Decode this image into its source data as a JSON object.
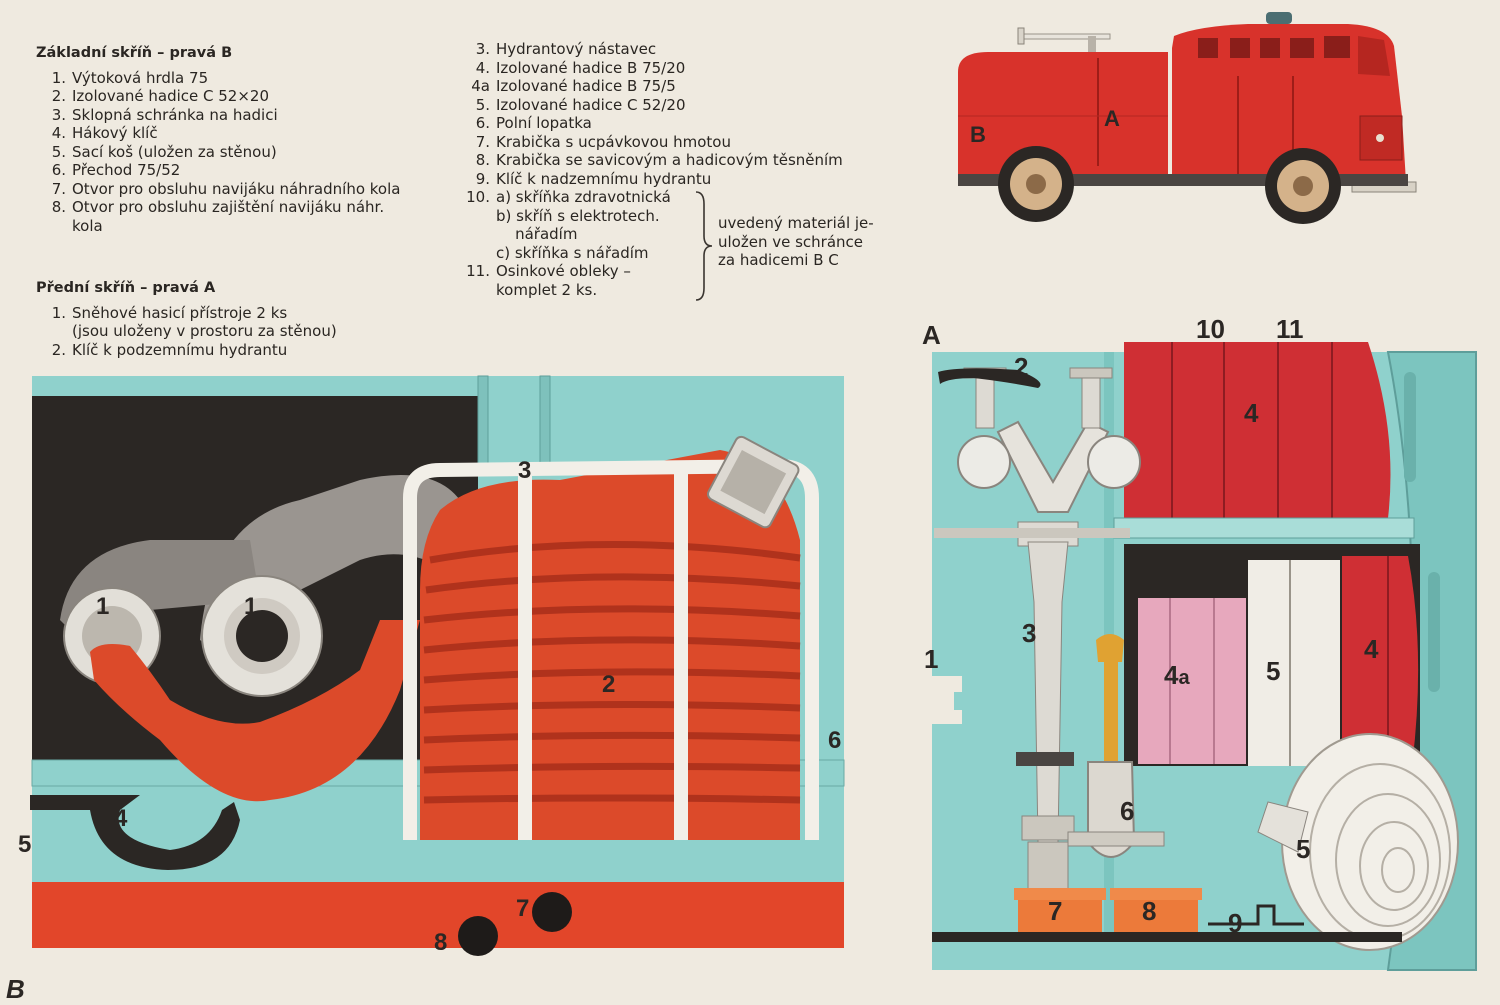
{
  "left_column": {
    "heading_b": "Základní skříň – pravá B",
    "items_b": [
      {
        "n": "1.",
        "t": "Výtoková hrdla 75"
      },
      {
        "n": "2.",
        "t": "Izolované hadice C 52×20"
      },
      {
        "n": "3.",
        "t": "Sklopná schránka na hadici"
      },
      {
        "n": "4.",
        "t": "Hákový klíč"
      },
      {
        "n": "5.",
        "t": "Sací koš (uložen za stěnou)"
      },
      {
        "n": "6.",
        "t": "Přechod 75/52"
      },
      {
        "n": "7.",
        "t": "Otvor pro obsluhu navijáku náhradního kola"
      },
      {
        "n": "8.",
        "t": "Otvor pro obsluhu zajištění navijáku náhr."
      },
      {
        "n": "",
        "t": "kola"
      }
    ],
    "heading_a": "Přední skříň – pravá A",
    "items_a": [
      {
        "n": "1.",
        "t": "Sněhové hasicí přístroje 2 ks"
      },
      {
        "n": "",
        "t": "(jsou uloženy v prostoru za stěnou)"
      },
      {
        "n": "2.",
        "t": "Klíč k podzemnímu hydrantu"
      }
    ]
  },
  "middle_column": {
    "items": [
      {
        "n": "3.",
        "t": "Hydrantový nástavec"
      },
      {
        "n": "4.",
        "t": "Izolované hadice B 75/20"
      },
      {
        "n": "4a",
        "t": "Izolované hadice B 75/5"
      },
      {
        "n": "5.",
        "t": "Izolované hadice C 52/20"
      },
      {
        "n": "6.",
        "t": "Polní lopatka"
      },
      {
        "n": "7.",
        "t": "Krabička s ucpávkovou hmotou"
      },
      {
        "n": "8.",
        "t": "Krabička se savicovým a hadicovým těsněním"
      },
      {
        "n": "9.",
        "t": "Klíč k nadzemnímu hydrantu"
      },
      {
        "n": "10.",
        "t": "a) skříňka zdravotnická"
      },
      {
        "n": "",
        "t": "b) skříň s elektrotech."
      },
      {
        "n": "",
        "t": "    nářadím"
      },
      {
        "n": "",
        "t": "c) skříňka s nářadím"
      },
      {
        "n": "11.",
        "t": "Osinkové obleky –"
      },
      {
        "n": "",
        "t": "komplet 2 ks."
      }
    ],
    "brace_note": [
      "uvedený materiál je-",
      "uložen ve schránce",
      "za hadicemi B C"
    ]
  },
  "truck": {
    "label_a": "A",
    "label_b": "B"
  },
  "panel_b": {
    "corner_label": "B",
    "callouts": {
      "c1a": "1",
      "c1b": "1",
      "c2": "2",
      "c3": "3",
      "c4": "4",
      "c5": "5",
      "c6": "6",
      "c7": "7",
      "c8": "8"
    }
  },
  "panel_a": {
    "corner_label": "A",
    "callouts": {
      "c1": "1",
      "c2": "2",
      "c3": "3",
      "c4top": "4",
      "c4right": "4",
      "c4a": "4",
      "c4a_sub": "a",
      "c5": "5",
      "c5coil": "5",
      "c6": "6",
      "c7": "7",
      "c8": "8",
      "c9": "9",
      "c10": "10",
      "c11": "11"
    }
  },
  "colors": {
    "paper": "#efeae0",
    "cabinet_teal": "#8fd1cc",
    "hose_red": "#dc4a2a",
    "truck_red": "#d8322b",
    "dark": "#2b2724"
  }
}
